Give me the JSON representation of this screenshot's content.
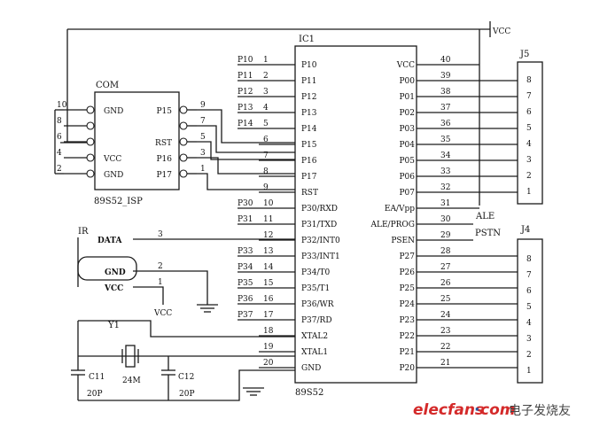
{
  "vcc_top": "VCC",
  "ic1": {
    "ref": "IC1",
    "part": "89S52",
    "left_pins": [
      {
        "net": "P10",
        "num": "1",
        "name": "P10"
      },
      {
        "net": "P11",
        "num": "2",
        "name": "P11"
      },
      {
        "net": "P12",
        "num": "3",
        "name": "P12"
      },
      {
        "net": "P13",
        "num": "4",
        "name": "P13"
      },
      {
        "net": "P14",
        "num": "5",
        "name": "P14"
      },
      {
        "net": "",
        "num": "6",
        "name": "P15"
      },
      {
        "net": "",
        "num": "7",
        "name": "P16"
      },
      {
        "net": "",
        "num": "8",
        "name": "P17"
      },
      {
        "net": "",
        "num": "9",
        "name": "RST"
      },
      {
        "net": "P30",
        "num": "10",
        "name": "P30/RXD"
      },
      {
        "net": "P31",
        "num": "11",
        "name": "P31/TXD"
      },
      {
        "net": "",
        "num": "12",
        "name": "P32/INT0"
      },
      {
        "net": "P33",
        "num": "13",
        "name": "P33/INT1"
      },
      {
        "net": "P34",
        "num": "14",
        "name": "P34/T0"
      },
      {
        "net": "P35",
        "num": "15",
        "name": "P35/T1"
      },
      {
        "net": "P36",
        "num": "16",
        "name": "P36/WR"
      },
      {
        "net": "P37",
        "num": "17",
        "name": "P37/RD"
      },
      {
        "net": "",
        "num": "18",
        "name": "XTAL2"
      },
      {
        "net": "",
        "num": "19",
        "name": "XTAL1"
      },
      {
        "net": "",
        "num": "20",
        "name": "GND"
      }
    ],
    "right_pins": [
      {
        "num": "40",
        "name": "VCC"
      },
      {
        "num": "39",
        "name": "P00"
      },
      {
        "num": "38",
        "name": "P01"
      },
      {
        "num": "37",
        "name": "P02"
      },
      {
        "num": "36",
        "name": "P03"
      },
      {
        "num": "35",
        "name": "P04"
      },
      {
        "num": "34",
        "name": "P05"
      },
      {
        "num": "33",
        "name": "P06"
      },
      {
        "num": "32",
        "name": "P07"
      },
      {
        "num": "31",
        "name": "EA/Vpp"
      },
      {
        "num": "30",
        "name": "ALE/PROG"
      },
      {
        "num": "29",
        "name": "PSEN"
      },
      {
        "num": "28",
        "name": "P27"
      },
      {
        "num": "27",
        "name": "P26"
      },
      {
        "num": "26",
        "name": "P25"
      },
      {
        "num": "25",
        "name": "P24"
      },
      {
        "num": "24",
        "name": "P23"
      },
      {
        "num": "23",
        "name": "P22"
      },
      {
        "num": "22",
        "name": "P21"
      },
      {
        "num": "21",
        "name": "P20"
      }
    ],
    "ale_label": "ALE",
    "psen_label": "PSTN"
  },
  "isp": {
    "title": "COM",
    "part": "89S52_ISP",
    "rows": [
      {
        "left_num": "10",
        "left_label": "GND",
        "right_label": "P15",
        "right_num": "9"
      },
      {
        "left_num": "8",
        "left_label": "",
        "right_label": "",
        "right_num": "7"
      },
      {
        "left_num": "6",
        "left_label": "",
        "right_label": "RST",
        "right_num": "5"
      },
      {
        "left_num": "4",
        "left_label": "VCC",
        "right_label": "P16",
        "right_num": "3"
      },
      {
        "left_num": "2",
        "left_label": "GND",
        "right_label": "P17",
        "right_num": "1"
      }
    ]
  },
  "ir": {
    "title": "IR",
    "pins": [
      {
        "label": "DATA",
        "num": "3"
      },
      {
        "label": "GND",
        "num": "2"
      },
      {
        "label": "VCC",
        "num": "1"
      }
    ],
    "vcc_label": "VCC"
  },
  "crystal": {
    "ref": "Y1",
    "freq": "24M",
    "c1_ref": "C11",
    "c1_val": "20P",
    "c2_ref": "C12",
    "c2_val": "20P"
  },
  "j5": {
    "ref": "J5",
    "pins": [
      "8",
      "7",
      "6",
      "5",
      "4",
      "3",
      "2",
      "1"
    ]
  },
  "j4": {
    "ref": "J4",
    "pins": [
      "8",
      "7",
      "6",
      "5",
      "4",
      "3",
      "2",
      "1"
    ]
  },
  "watermark": {
    "brand": "elecfans",
    "dot": "·",
    "com": "com",
    "cn": "电子发烧友"
  }
}
